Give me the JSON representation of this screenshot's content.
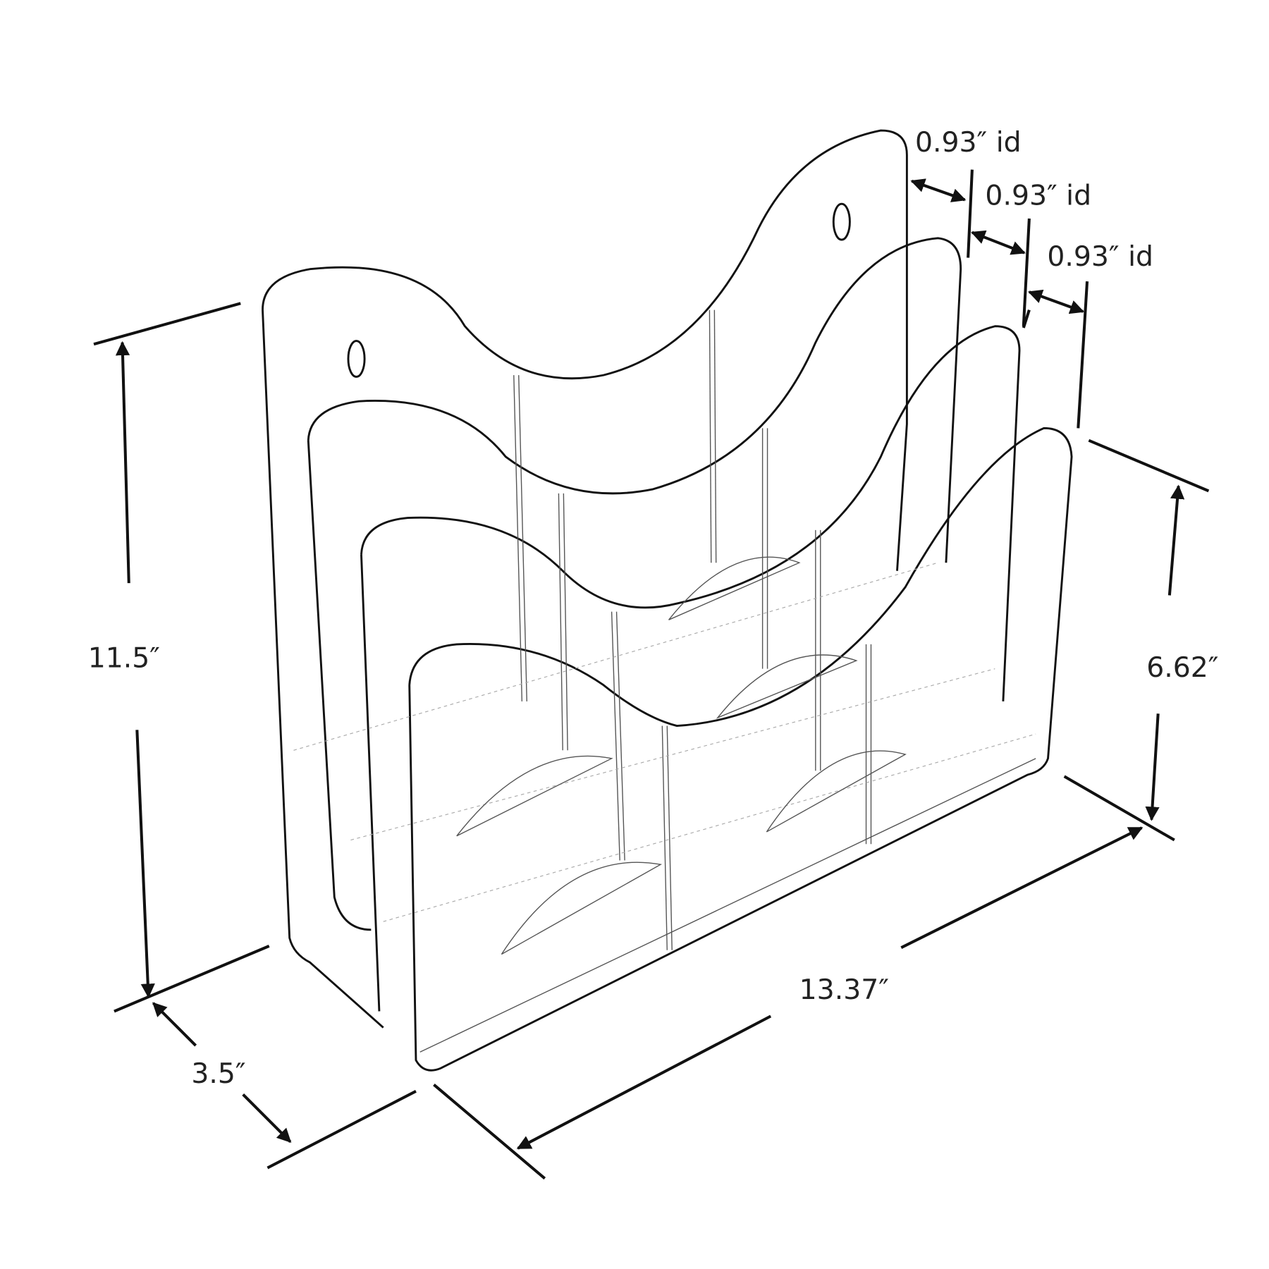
{
  "dimensions": {
    "height": "11.5″",
    "depth": "3.5″",
    "width": "13.37″",
    "front_pocket_height": "6.62″",
    "pocket_depth_1": "0.93″ id",
    "pocket_depth_2": "0.93″ id",
    "pocket_depth_3": "0.93″ id"
  },
  "colors": {
    "line": "#111111",
    "background": "#ffffff"
  }
}
